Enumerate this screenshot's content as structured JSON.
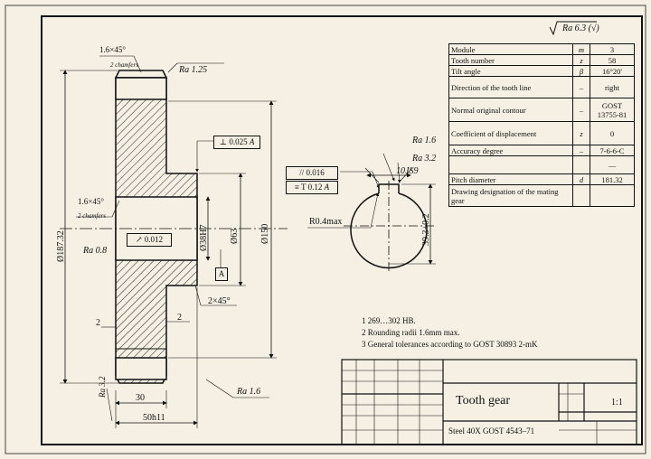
{
  "title_block": {
    "part_name": "Tooth gear",
    "scale": "1:1",
    "material": "Steel 40X GOST 4543–71"
  },
  "roughness": {
    "general": "Ra 6.3",
    "general_paren": "(√)",
    "top_chamfer": "Ra 1.25",
    "bore": "Ra 0.8",
    "bottom": "Ra 1.6",
    "left_bottom": "Ra 3.2",
    "key_top": "Ra 1.6",
    "key_side": "Ra 3.2"
  },
  "dimensions": {
    "top_chamfer": "1.6×45°",
    "top_chamfer_note": "2 chamfers",
    "left_chamfer": "1.6×45°",
    "left_chamfer_note": "2 chamfers",
    "outer_dia": "Ø187.32",
    "root_dia": "Ø150",
    "hub_dia": "Ø63",
    "bore_dia": "Ø38H7",
    "hub_chamfer": "2×45°",
    "fillet_left": "2",
    "fillet_right": "2",
    "rim_width": "30",
    "hub_width": "50h11",
    "keyway_width": "10JS9",
    "keyway_depth": "39.3+0.2",
    "key_radius": "R0.4max"
  },
  "tolerances": {
    "perpendicularity_sym": "⊥",
    "perpendicularity": "0.025",
    "datum": "A",
    "datum_label": "A",
    "parallel_sym": "//",
    "parallel": "0.016",
    "symmetry_sym": "≡",
    "symmetry": "T 0.12",
    "symmetry_datum": "A",
    "runout_sym": "↗",
    "runout": "0.012"
  },
  "params": [
    {
      "name": "Module",
      "sym": "m",
      "value": "3"
    },
    {
      "name": "Tooth number",
      "sym": "z",
      "value": "58"
    },
    {
      "name": "Tilt angle",
      "sym": "β",
      "value": "16°20'"
    },
    {
      "name": "Direction of the tooth line",
      "sym": "–",
      "value": "right"
    },
    {
      "name": "Normal original contour",
      "sym": "–",
      "value": "GOST 13755-81"
    },
    {
      "name": "Coefficient of displacement",
      "sym": "z",
      "value": "0"
    },
    {
      "name": "Accuracy degree",
      "sym": "–",
      "value": "7-6-6-C"
    },
    {
      "name": "",
      "sym": "",
      "value": "—"
    },
    {
      "name": "Pitch diameter",
      "sym": "d",
      "value": "181.32"
    },
    {
      "name": "Drawing designation of the mating gear",
      "sym": "",
      "value": ""
    }
  ],
  "notes": [
    "1 269…302 HB.",
    "2 Rounding radii 1.6mm max.",
    "3 General tolerances according to GOST 30893 2-mK"
  ]
}
